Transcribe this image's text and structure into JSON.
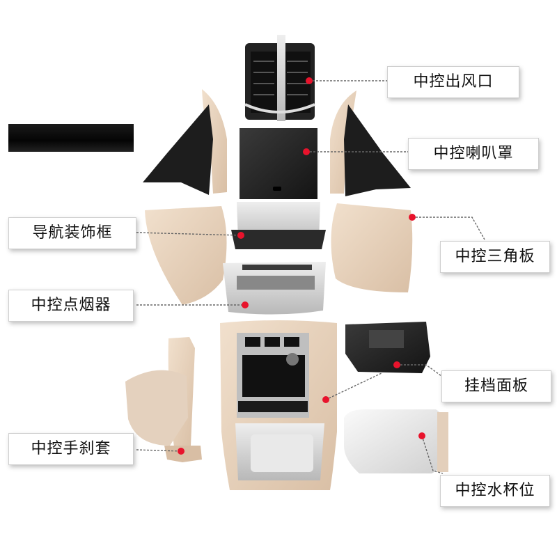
{
  "colors": {
    "label_text": "#111111",
    "marker": "#e8132c",
    "leader_line": "#555555",
    "beige_trim": "#e6cfb8",
    "silver_trim": "#c9c9c9",
    "dark_part": "#2a2a2a"
  },
  "labels": [
    {
      "id": "air-vent",
      "text": "中控出风口"
    },
    {
      "id": "speaker-cover",
      "text": "中控喇叭罩"
    },
    {
      "id": "nav-trim",
      "text": "导航装饰框"
    },
    {
      "id": "triangle-panel",
      "text": "中控三角板"
    },
    {
      "id": "cigarette-lighter",
      "text": "中控点烟器"
    },
    {
      "id": "gear-panel",
      "text": "挂档面板"
    },
    {
      "id": "handbrake-cover",
      "text": "中控手刹套"
    },
    {
      "id": "cup-holder",
      "text": "中控水杯位"
    }
  ]
}
